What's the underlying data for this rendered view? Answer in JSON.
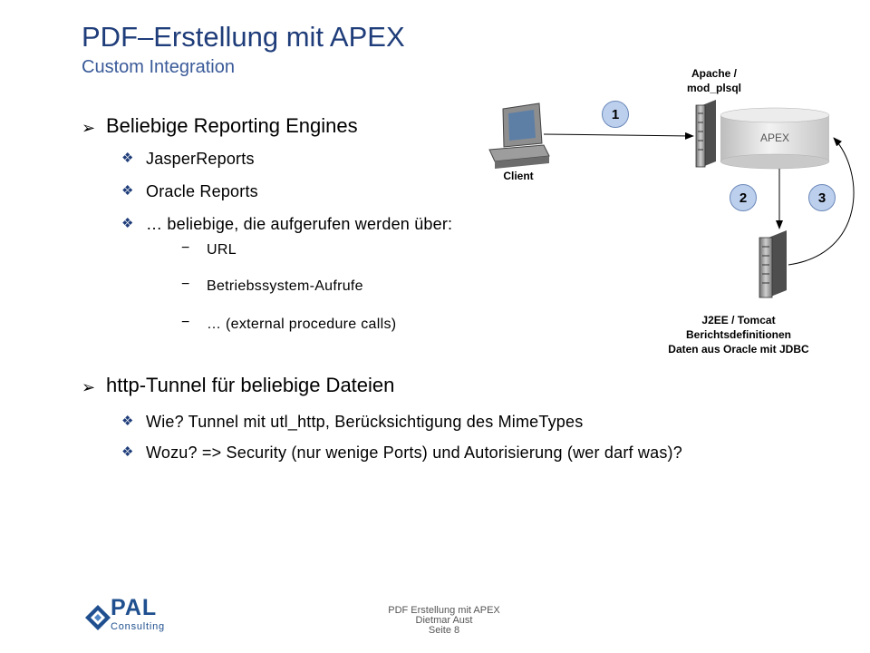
{
  "slide": {
    "title": "PDF–Erstellung mit APEX",
    "subtitle": "Custom Integration"
  },
  "content": {
    "bullet1": "Beliebige Reporting Engines",
    "bullet1_items": [
      "JasperReports",
      "Oracle Reports",
      "… beliebige, die aufgerufen werden über:"
    ],
    "bullet1_subitems": [
      "URL",
      "Betriebssystem-Aufrufe",
      "… (external procedure calls)"
    ],
    "bullet2": "http-Tunnel für beliebige Dateien",
    "bullet2_items": [
      "Wie? Tunnel mit utl_http, Berücksichtigung des MimeTypes",
      "Wozu? => Security (nur wenige Ports) und Autorisierung (wer darf was)?"
    ]
  },
  "diagram": {
    "client_label": "Client",
    "apache_label_line1": "Apache /",
    "apache_label_line2": "mod_plsql",
    "db_label": "APEX",
    "j2ee_line1": "J2EE / Tomcat",
    "j2ee_line2": "Berichtsdefinitionen",
    "j2ee_line3": "Daten aus Oracle mit JDBC",
    "step1": "1",
    "step2": "2",
    "step3": "3"
  },
  "footer": {
    "line1": "PDF Erstellung mit APEX",
    "line2": "Dietmar Aust",
    "line3": "Seite 8"
  },
  "logo": {
    "text_main": "PAL",
    "text_sub": "Consulting"
  },
  "colors": {
    "title": "#1f3d7a",
    "accent": "#1f3d7a",
    "step_circle": "#bcd0ee",
    "logo_blue": "#1f4f8f"
  }
}
